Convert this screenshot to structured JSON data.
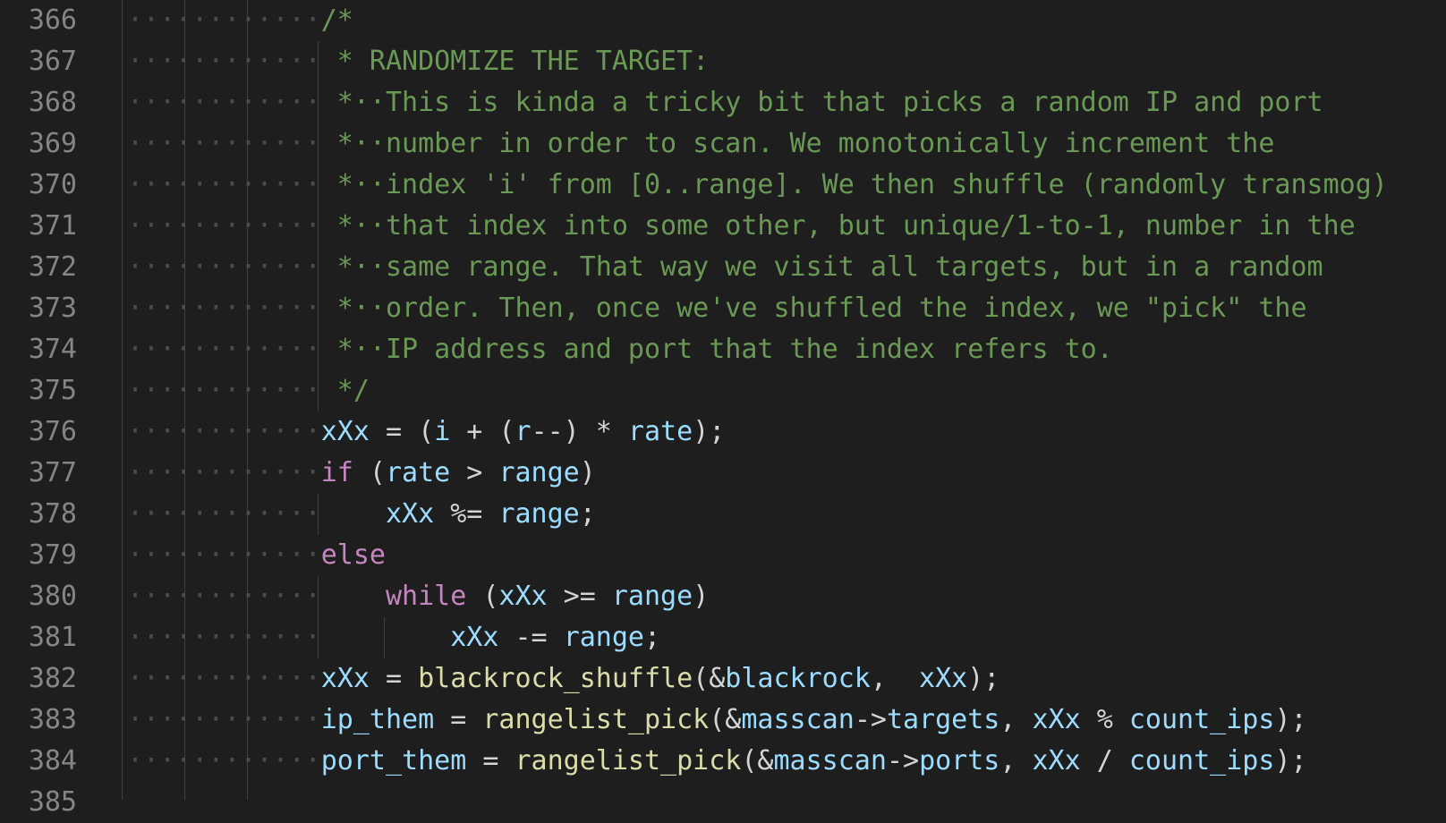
{
  "colors": {
    "background": "#1e1e1e",
    "line_number": "#858585",
    "whitespace_marker": "#4b4b4b",
    "indent_guide": "#404040",
    "comment": "#6a9955",
    "identifier": "#9cdcfe",
    "operator": "#d4d4d4",
    "keyword": "#c586c0",
    "function": "#dcdcaa"
  },
  "lines": [
    {
      "number": "366",
      "ws": "············",
      "tokens": [
        {
          "t": "comment",
          "v": "/*"
        }
      ]
    },
    {
      "number": "367",
      "ws": "············",
      "tokens": [
        {
          "t": "comment",
          "v": " * RANDOMIZE THE TARGET:"
        }
      ]
    },
    {
      "number": "368",
      "ws": "············",
      "tokens": [
        {
          "t": "comment",
          "v": " *··This is kinda a tricky bit that picks a random IP and port"
        }
      ]
    },
    {
      "number": "369",
      "ws": "············",
      "tokens": [
        {
          "t": "comment",
          "v": " *··number in order to scan. We monotonically increment the"
        }
      ]
    },
    {
      "number": "370",
      "ws": "············",
      "tokens": [
        {
          "t": "comment",
          "v": " *··index 'i' from [0..range]. We then shuffle (randomly transmog)"
        }
      ]
    },
    {
      "number": "371",
      "ws": "············",
      "tokens": [
        {
          "t": "comment",
          "v": " *··that index into some other, but unique/1-to-1, number in the"
        }
      ]
    },
    {
      "number": "372",
      "ws": "············",
      "tokens": [
        {
          "t": "comment",
          "v": " *··same range. That way we visit all targets, but in a random"
        }
      ]
    },
    {
      "number": "373",
      "ws": "············",
      "tokens": [
        {
          "t": "comment",
          "v": " *··order. Then, once we've shuffled the index, we \"pick\" the"
        }
      ]
    },
    {
      "number": "374",
      "ws": "············",
      "tokens": [
        {
          "t": "comment",
          "v": " *··IP address and port that the index refers to."
        }
      ]
    },
    {
      "number": "375",
      "ws": "············",
      "tokens": [
        {
          "t": "comment",
          "v": " */"
        }
      ]
    },
    {
      "number": "376",
      "ws": "············",
      "tokens": [
        {
          "t": "ident",
          "v": "xXx"
        },
        {
          "t": "op",
          "v": " = ("
        },
        {
          "t": "ident",
          "v": "i"
        },
        {
          "t": "op",
          "v": " + ("
        },
        {
          "t": "ident",
          "v": "r"
        },
        {
          "t": "op",
          "v": "--) * "
        },
        {
          "t": "ident",
          "v": "rate"
        },
        {
          "t": "op",
          "v": ");"
        }
      ]
    },
    {
      "number": "377",
      "ws": "············",
      "tokens": [
        {
          "t": "kw",
          "v": "if"
        },
        {
          "t": "op",
          "v": " ("
        },
        {
          "t": "ident",
          "v": "rate"
        },
        {
          "t": "op",
          "v": " > "
        },
        {
          "t": "ident",
          "v": "range"
        },
        {
          "t": "op",
          "v": ")"
        }
      ]
    },
    {
      "number": "378",
      "ws": "············",
      "tokens": [
        {
          "t": "op",
          "v": "    "
        },
        {
          "t": "ident",
          "v": "xXx"
        },
        {
          "t": "op",
          "v": " %= "
        },
        {
          "t": "ident",
          "v": "range"
        },
        {
          "t": "op",
          "v": ";"
        }
      ]
    },
    {
      "number": "379",
      "ws": "············",
      "tokens": [
        {
          "t": "kw",
          "v": "else"
        }
      ]
    },
    {
      "number": "380",
      "ws": "············",
      "tokens": [
        {
          "t": "op",
          "v": "    "
        },
        {
          "t": "kw",
          "v": "while"
        },
        {
          "t": "op",
          "v": " ("
        },
        {
          "t": "ident",
          "v": "xXx"
        },
        {
          "t": "op",
          "v": " >= "
        },
        {
          "t": "ident",
          "v": "range"
        },
        {
          "t": "op",
          "v": ")"
        }
      ]
    },
    {
      "number": "381",
      "ws": "············",
      "tokens": [
        {
          "t": "op",
          "v": "        "
        },
        {
          "t": "ident",
          "v": "xXx"
        },
        {
          "t": "op",
          "v": " -= "
        },
        {
          "t": "ident",
          "v": "range"
        },
        {
          "t": "op",
          "v": ";"
        }
      ]
    },
    {
      "number": "382",
      "ws": "············",
      "tokens": [
        {
          "t": "ident",
          "v": "xXx"
        },
        {
          "t": "op",
          "v": " = "
        },
        {
          "t": "fn",
          "v": "blackrock_shuffle"
        },
        {
          "t": "op",
          "v": "(&"
        },
        {
          "t": "ident",
          "v": "blackrock"
        },
        {
          "t": "op",
          "v": ",  "
        },
        {
          "t": "ident",
          "v": "xXx"
        },
        {
          "t": "op",
          "v": ");"
        }
      ]
    },
    {
      "number": "383",
      "ws": "············",
      "tokens": [
        {
          "t": "ident",
          "v": "ip_them"
        },
        {
          "t": "op",
          "v": " = "
        },
        {
          "t": "fn",
          "v": "rangelist_pick"
        },
        {
          "t": "op",
          "v": "(&"
        },
        {
          "t": "ident",
          "v": "masscan"
        },
        {
          "t": "op",
          "v": "->"
        },
        {
          "t": "ident",
          "v": "targets"
        },
        {
          "t": "op",
          "v": ", "
        },
        {
          "t": "ident",
          "v": "xXx"
        },
        {
          "t": "op",
          "v": " % "
        },
        {
          "t": "ident",
          "v": "count_ips"
        },
        {
          "t": "op",
          "v": ");"
        }
      ]
    },
    {
      "number": "384",
      "ws": "············",
      "tokens": [
        {
          "t": "ident",
          "v": "port_them"
        },
        {
          "t": "op",
          "v": " = "
        },
        {
          "t": "fn",
          "v": "rangelist_pick"
        },
        {
          "t": "op",
          "v": "(&"
        },
        {
          "t": "ident",
          "v": "masscan"
        },
        {
          "t": "op",
          "v": "->"
        },
        {
          "t": "ident",
          "v": "ports"
        },
        {
          "t": "op",
          "v": ", "
        },
        {
          "t": "ident",
          "v": "xXx"
        },
        {
          "t": "op",
          "v": " / "
        },
        {
          "t": "ident",
          "v": "count_ips"
        },
        {
          "t": "op",
          "v": ");"
        }
      ]
    },
    {
      "number": "385",
      "ws": "",
      "tokens": []
    }
  ]
}
